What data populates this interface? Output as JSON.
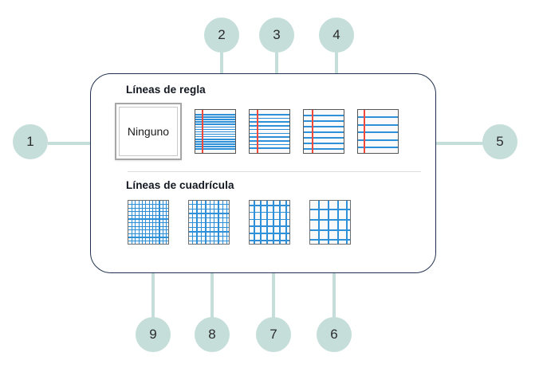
{
  "panel": {
    "sections": [
      {
        "id": "ruled",
        "title": "Líneas de regla",
        "options": [
          {
            "name": "none",
            "label": "Ninguno",
            "selected": true,
            "line_count": 0,
            "spacing": 0,
            "has_margin": false
          },
          {
            "name": "narrow-ruled",
            "label": "",
            "selected": false,
            "line_count": 17,
            "spacing": 3.1,
            "has_margin": true
          },
          {
            "name": "college-ruled",
            "label": "",
            "selected": false,
            "line_count": 11,
            "spacing": 4.7,
            "has_margin": true
          },
          {
            "name": "wide-ruled",
            "label": "",
            "selected": false,
            "line_count": 7,
            "spacing": 7.0,
            "has_margin": true
          },
          {
            "name": "extra-wide-ruled",
            "label": "",
            "selected": false,
            "line_count": 5,
            "spacing": 9.5,
            "has_margin": true
          }
        ]
      },
      {
        "id": "grid",
        "title": "Líneas de cuadrícula",
        "options": [
          {
            "name": "small-grid",
            "label": "",
            "selected": false,
            "divisions": 11
          },
          {
            "name": "medium-grid",
            "label": "",
            "selected": false,
            "divisions": 9
          },
          {
            "name": "large-grid",
            "label": "",
            "selected": false,
            "divisions": 6
          },
          {
            "name": "extra-large-grid",
            "label": "",
            "selected": false,
            "divisions": 4
          }
        ]
      }
    ]
  },
  "callouts": [
    {
      "number": "1",
      "target": "none-option",
      "direction": "right"
    },
    {
      "number": "2",
      "target": "narrow-ruled-option",
      "direction": "down"
    },
    {
      "number": "3",
      "target": "college-ruled-option",
      "direction": "down"
    },
    {
      "number": "4",
      "target": "wide-ruled-option",
      "direction": "down"
    },
    {
      "number": "5",
      "target": "extra-wide-ruled-option",
      "direction": "left"
    },
    {
      "number": "6",
      "target": "extra-large-grid-option",
      "direction": "up"
    },
    {
      "number": "7",
      "target": "large-grid-option",
      "direction": "up"
    },
    {
      "number": "8",
      "target": "medium-grid-option",
      "direction": "up"
    },
    {
      "number": "9",
      "target": "small-grid-option",
      "direction": "up"
    }
  ],
  "colors": {
    "panel_border": "#22314f",
    "callout_fill": "#c5ded9",
    "rule_line": "#2e90d9",
    "margin_line": "#f2483c",
    "title_text": "#11161f"
  }
}
